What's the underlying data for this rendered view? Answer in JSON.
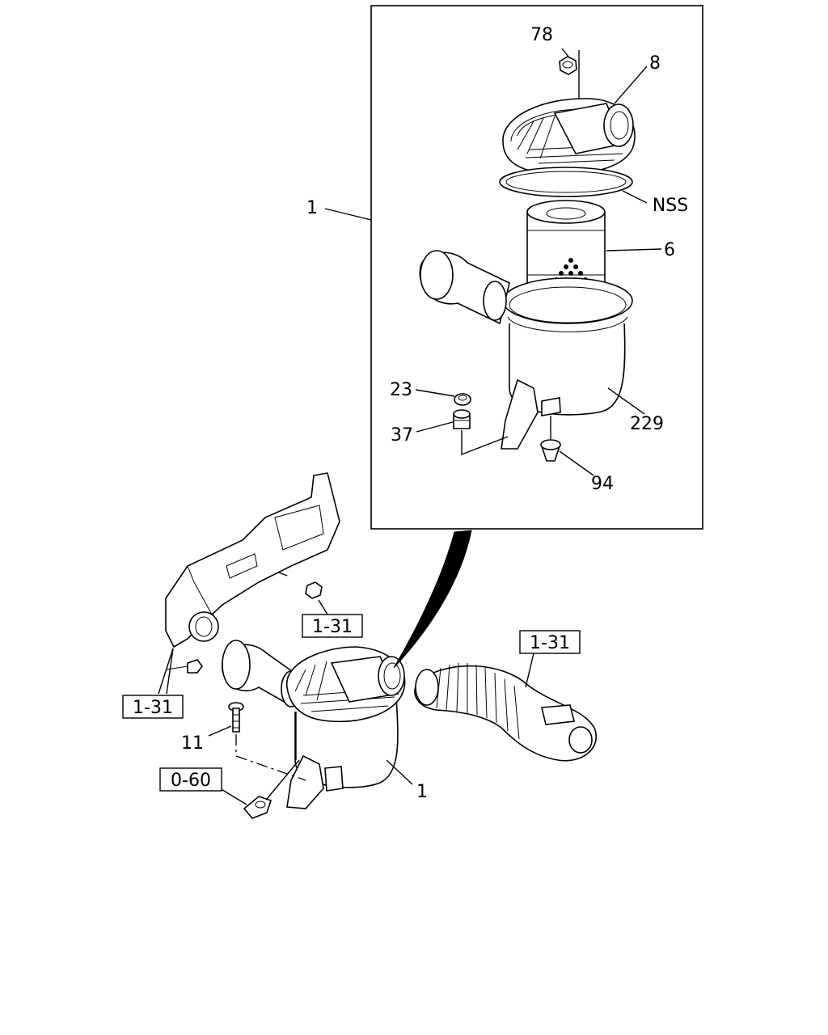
{
  "callouts": {
    "c78": "78",
    "c8": "8",
    "c1_detail": "1",
    "cNSS": "NSS",
    "c6": "6",
    "c23": "23",
    "c37": "37",
    "c229": "229",
    "c94": "94",
    "c11": "11",
    "c1_main": "1"
  },
  "ref_boxes": {
    "r1": "1-31",
    "r2": "1-31",
    "r3": "1-31",
    "r4": "0-60"
  }
}
